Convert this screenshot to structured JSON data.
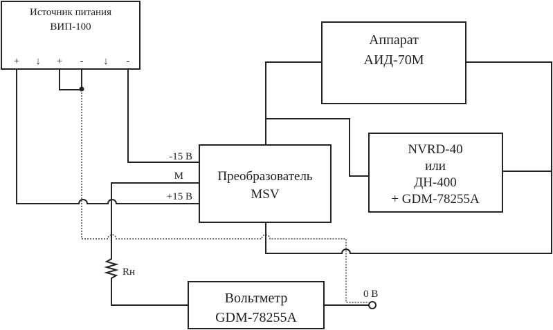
{
  "power_supply": {
    "title": "Источник питания",
    "model": "ВИП-100",
    "terminals": [
      "+",
      "↓",
      "+",
      "-",
      "↓",
      "-"
    ]
  },
  "converter": {
    "title": "Преобразователь",
    "model": "MSV",
    "inputs": {
      "minus15": "-15 В",
      "m": "М",
      "plus15": "+15 В"
    }
  },
  "apparatus": {
    "title": "Аппарат",
    "model": "АИД-70М"
  },
  "sensor": {
    "line1": "NVRD-40",
    "line2": "или",
    "line3": "ДН-400",
    "line4": "+ GDM-78255A"
  },
  "voltmeter": {
    "title": "Вольтметр",
    "model": "GDM-78255A"
  },
  "resistor": {
    "label": "Rн"
  },
  "ground_terminal": {
    "label": "0 В"
  }
}
